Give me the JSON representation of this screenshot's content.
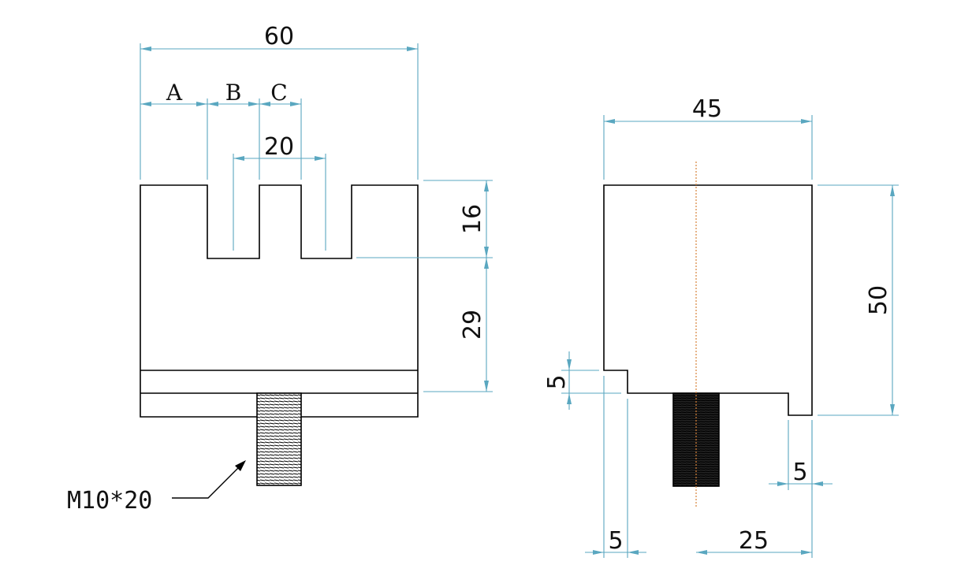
{
  "front_view": {
    "dim_total_width": "60",
    "dim_a": "A",
    "dim_b": "B",
    "dim_c": "C",
    "dim_inner": "20",
    "dim_slot_depth": "16",
    "dim_body_height": "29",
    "thread_label": "M10*20"
  },
  "side_view": {
    "dim_width": "45",
    "dim_height": "50",
    "dim_step_height": "5",
    "dim_step_right": "5",
    "dim_step_left": "5",
    "dim_center_offset": "25"
  },
  "colors": {
    "outline": "#000000",
    "dimension": "#5aa7c0",
    "centerline": "#d7823a"
  }
}
